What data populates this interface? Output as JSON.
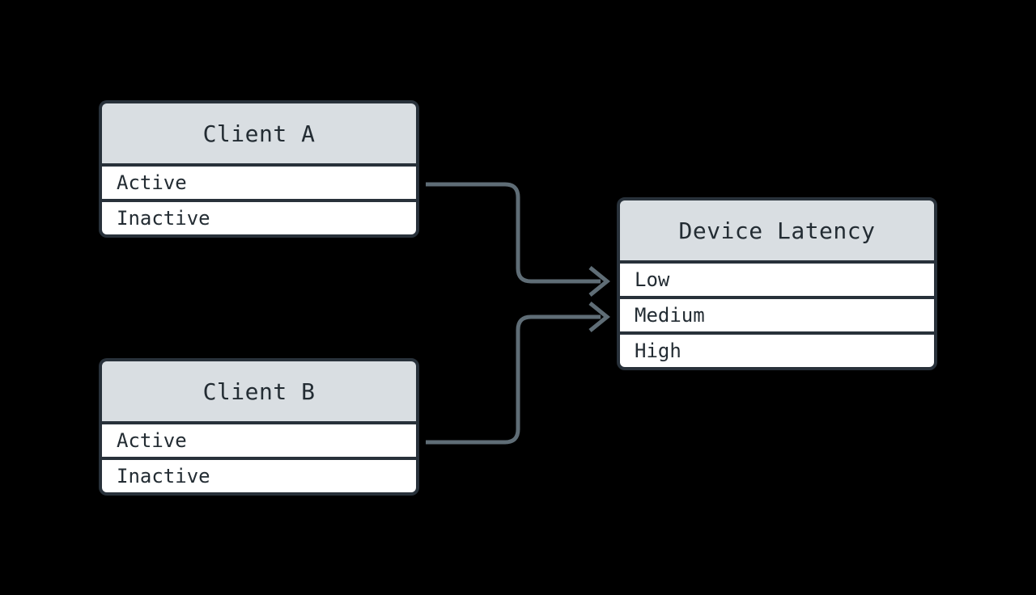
{
  "diagram": {
    "type": "entity-relationship",
    "background_color": "#000000",
    "accent_colors": {
      "border": "#28313a",
      "header_fill": "#d9dee2",
      "row_fill": "#ffffff",
      "text": "#232c33",
      "edge": "#5f6d76"
    },
    "entities": [
      {
        "id": "client-a",
        "title": "Client A",
        "rows": [
          "Active",
          "Inactive"
        ]
      },
      {
        "id": "client-b",
        "title": "Client B",
        "rows": [
          "Active",
          "Inactive"
        ]
      },
      {
        "id": "device-latency",
        "title": "Device Latency",
        "rows": [
          "Low",
          "Medium",
          "High"
        ]
      }
    ],
    "edges": [
      {
        "id": "edge-client-a-active-to-low",
        "from_entity": "client-a",
        "from_row": "Active",
        "to_entity": "device-latency",
        "to_row": "Low",
        "arrowhead": "open-chevron"
      },
      {
        "id": "edge-client-b-active-to-medium",
        "from_entity": "client-b",
        "from_row": "Active",
        "to_entity": "device-latency",
        "to_row": "Medium",
        "arrowhead": "open-chevron"
      }
    ]
  }
}
